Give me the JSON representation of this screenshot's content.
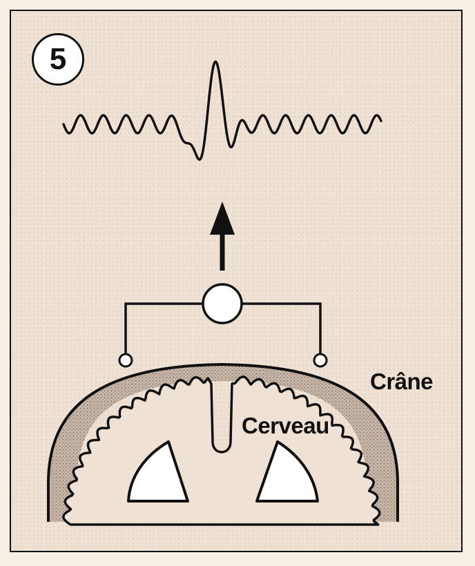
{
  "badge": {
    "number": "5"
  },
  "labels": {
    "skull": "Crâne",
    "brain": "Cerveau"
  },
  "colors": {
    "ink": "#111111",
    "paper": "#efe1d3",
    "bone": "#b9a79b",
    "badge_fill": "#ffffff"
  }
}
